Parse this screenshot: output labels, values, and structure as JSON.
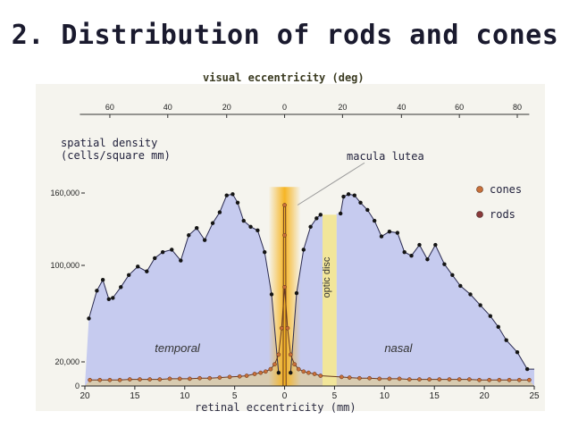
{
  "title": "2. Distribution of rods and cones",
  "chart_data": {
    "type": "scatter",
    "x_top_label": "visual eccentricity (deg)",
    "x_top_ticks": [
      60,
      40,
      20,
      0,
      20,
      40,
      60,
      80
    ],
    "x_top_tick_positions_mm": [
      -17.5,
      -11.7,
      -5.8,
      0,
      5.8,
      11.7,
      17.5,
      23.3
    ],
    "xlabel": "retinal  eccentricity (mm)",
    "x_ticks": [
      20,
      15,
      10,
      5,
      0,
      5,
      10,
      15,
      20,
      25
    ],
    "x_tick_positions_mm": [
      -20,
      -15,
      -10,
      -5,
      0,
      5,
      10,
      15,
      20,
      25
    ],
    "xlim": [
      -20,
      25
    ],
    "ylabel_line1": "spatial density",
    "ylabel_line2": "(cells/square mm)",
    "y_ticks": [
      "160,000",
      "100,000",
      "20,000",
      "0"
    ],
    "y_tick_values": [
      160000,
      100000,
      20000,
      0
    ],
    "ylim": [
      0,
      160000
    ],
    "legend": [
      "cones",
      "rods"
    ],
    "legend_position": "top-right",
    "annotations": {
      "macula": "macula lutea",
      "optic_disc": "optic disc",
      "temporal": "temporal",
      "nasal": "nasal"
    },
    "optic_disc_range_mm": [
      3.8,
      5.2
    ],
    "colors": {
      "rods_fill": "#c6cbef",
      "cones_fill": "#d8cbb0",
      "cone_marker": "#c8703a",
      "rod_marker": "#141414",
      "macula_glow": "#f6b21a",
      "optic_disc": "#f2e69a"
    },
    "series": [
      {
        "name": "rods",
        "x": [
          -19.6,
          -18.8,
          -18.2,
          -17.6,
          -17.2,
          -16.4,
          -15.6,
          -14.7,
          -13.8,
          -13.0,
          -12.2,
          -11.3,
          -10.4,
          -9.6,
          -8.8,
          -8.0,
          -7.2,
          -6.5,
          -5.8,
          -5.2,
          -4.7,
          -4.1,
          -3.4,
          -2.7,
          -2.0,
          -1.3,
          -0.6,
          0.6,
          1.2,
          1.9,
          2.6,
          3.2,
          3.6,
          5.6,
          5.9,
          6.4,
          7.0,
          7.6,
          8.3,
          9.0,
          9.7,
          10.5,
          11.3,
          12.0,
          12.7,
          13.5,
          14.3,
          15.1,
          16.0,
          16.8,
          17.6,
          18.6,
          19.6,
          20.6,
          21.4,
          22.2,
          23.3,
          24.3
        ],
        "y": [
          56000,
          79000,
          88000,
          72000,
          73000,
          82000,
          92000,
          99000,
          95000,
          106000,
          111000,
          113000,
          104000,
          125000,
          131000,
          121000,
          135000,
          144000,
          158000,
          159000,
          152000,
          137000,
          132000,
          129000,
          111000,
          76000,
          11000,
          11000,
          77000,
          113000,
          132000,
          139000,
          142000,
          143000,
          157000,
          159000,
          158000,
          152000,
          146000,
          137000,
          124000,
          128000,
          127000,
          111000,
          108000,
          117000,
          105000,
          117000,
          101000,
          92000,
          83000,
          76000,
          67000,
          58000,
          49000,
          38000,
          28000,
          14000
        ]
      },
      {
        "name": "cones",
        "x": [
          -19.5,
          -18.5,
          -17.5,
          -16.5,
          -15.5,
          -14.5,
          -13.5,
          -12.5,
          -11.5,
          -10.5,
          -9.5,
          -8.5,
          -7.5,
          -6.5,
          -5.5,
          -4.5,
          -3.8,
          -3.0,
          -2.4,
          -1.9,
          -1.4,
          -1.0,
          -0.6,
          -0.3,
          0.0,
          0.0,
          0.0,
          0.3,
          0.6,
          1.0,
          1.4,
          1.9,
          2.4,
          3.0,
          3.6,
          5.7,
          6.5,
          7.5,
          8.5,
          9.5,
          10.5,
          11.5,
          12.5,
          13.5,
          14.5,
          15.5,
          16.5,
          17.5,
          18.5,
          19.5,
          20.5,
          21.5,
          22.5,
          23.5,
          24.5
        ],
        "y": [
          5000,
          5000,
          5000,
          5000,
          5500,
          5500,
          5500,
          5500,
          6000,
          6000,
          6000,
          6500,
          6500,
          7000,
          7500,
          8000,
          8500,
          10000,
          11000,
          12000,
          14000,
          18000,
          26000,
          48000,
          82000,
          125000,
          150000,
          48000,
          26000,
          18000,
          14000,
          12000,
          11000,
          10000,
          8500,
          7500,
          7000,
          6500,
          6500,
          6000,
          6000,
          6000,
          5500,
          5500,
          5500,
          5500,
          5500,
          5500,
          5500,
          5000,
          5000,
          5000,
          5000,
          5000,
          5000
        ]
      }
    ]
  }
}
